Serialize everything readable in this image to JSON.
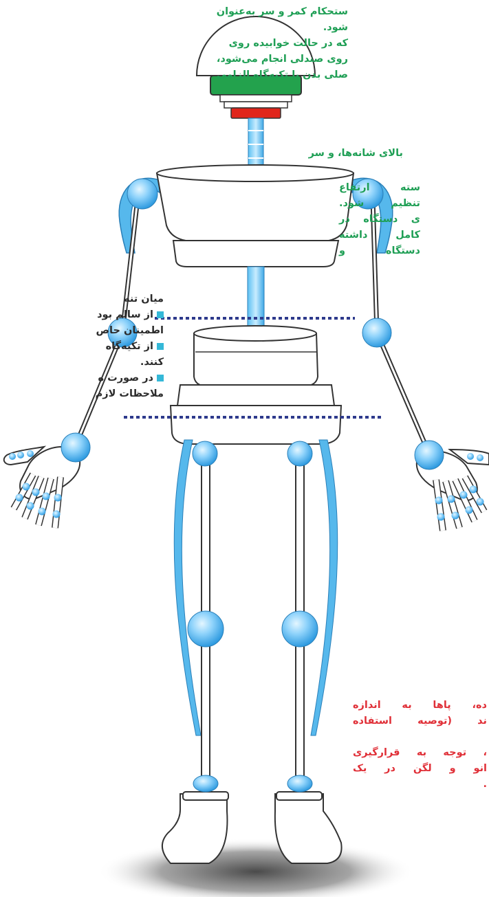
{
  "colors": {
    "annotation_green": "#1f9f55",
    "annotation_red": "#e03038",
    "annotation_dark": "#2b2b2b",
    "joint_blue": "#3aa8e8",
    "bullet_cyan": "#34b8d8",
    "head_band_green": "#23a24d",
    "neck_band_red": "#e0261c",
    "guide_line_navy": "#2e3a8c"
  },
  "annotations": {
    "head_top": [
      "ستحکام کمر و سر به‌عنوان",
      "شود.",
      "که در حالت خوابیده روی",
      "روی صندلی انجام می‌شود،",
      "صلی بدن با تکیه‌گاه الزامی"
    ],
    "shoulders": "بالای شانه‌ها، و سر",
    "torso_right": [
      "سته ارتفاع",
      "تنظیم شود.",
      "ی دستگاه در",
      "کامل داشته",
      "دستگاه و"
    ],
    "midtorso": {
      "heading": "میان تنه",
      "items": [
        "از سالم بود",
        "اطمینان حاص",
        "از تکیه‌گاه",
        "کنند.",
        "در صورت ه",
        "ملاحظات لازم"
      ]
    },
    "legs_bottom": [
      "ده، پاها به اندازه",
      "ند (توصیه استفاده",
      "",
      "، توجه به قرارگیری",
      "انو و لگن در یک",
      "."
    ]
  }
}
